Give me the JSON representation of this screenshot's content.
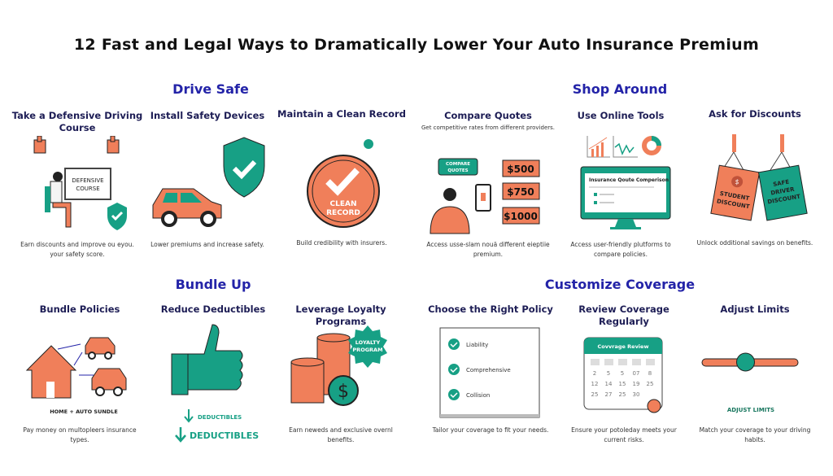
{
  "title": "12 Fast and Legal Ways to Dramatically Lower Your Auto Insurance Premium",
  "colors": {
    "orange": "#f07f5a",
    "teal": "#17a085",
    "navy": "#1d1d55",
    "section": "#2323a8"
  },
  "sections": {
    "drive_safe": "Drive Safe",
    "shop_around": "Shop Around",
    "bundle_up": "Bundle Up",
    "customize": "Customize Coverage"
  },
  "cards": {
    "defensive": {
      "title": "Take a Defensive Driving Course",
      "board": [
        "DEFENSIVE",
        "COURSE"
      ],
      "desc": "Earn discounts and improve ou eyou. your safety score."
    },
    "safety": {
      "title": "Install Safety Devices",
      "desc": "Lower premiums and increase safety."
    },
    "clean": {
      "title": "Maintain a Clean Record",
      "badge": [
        "CLEAN",
        "RECORD"
      ],
      "desc": "Build credibility with insurers."
    },
    "compare": {
      "title": "Compare Quotes",
      "subtitle": "Get competitive rates from different providers.",
      "bubble": [
        "COMPARE",
        "QUOTES"
      ],
      "prices": [
        "$500",
        "$750",
        "$1000"
      ],
      "desc": "Access usse-slam nouä different eieptiie premium."
    },
    "online": {
      "title": "Use Online Tools",
      "screen": "Insurance Qoute Comperison",
      "desc": "Access user-friendly plutforms to compare policies."
    },
    "discounts": {
      "title": "Ask for Discounts",
      "tag1": [
        "STUDENT",
        "DISCOUNT"
      ],
      "tag1_icon": "$",
      "tag2": [
        "SAFE",
        "DRIVER",
        "DISCOUNT"
      ],
      "desc": "Unlock odditional savings on benefits."
    },
    "bundle": {
      "title": "Bundle Policies",
      "label": "HOME + AUTO SUNDLE",
      "desc": "Pay money on multopleers insurance types."
    },
    "deductibles": {
      "title": "Reduce Deductibles",
      "label_small": "DEDUCTIBLES",
      "label_large": "DEDUCTIBLES",
      "desc": ""
    },
    "loyalty": {
      "title": "Leverage Loyalty Programs",
      "badge": [
        "LOYALTY",
        "PROGRAM"
      ],
      "coin": "$",
      "desc": "Earn neweds and exclusive overnl benefits."
    },
    "policy": {
      "title": "Choose the Right Policy",
      "items": [
        "Liability",
        "Comprehensive",
        "Collision"
      ],
      "desc": "Tailor your coverage to fit your needs."
    },
    "review": {
      "title": "Review Coverage Regularly",
      "calendar_title": "Covvrage Review",
      "days": [
        [
          "2",
          "5",
          "5",
          "07",
          "8"
        ],
        [
          "12",
          "14",
          "15",
          "19",
          "25"
        ],
        [
          "25",
          "27",
          "25",
          "30",
          ""
        ]
      ],
      "desc": "Ensure your potoleday meets your current risks."
    },
    "limits": {
      "title": "Adjust Limits",
      "label": "ADJUST LIMITS",
      "slider_value": 0.45,
      "desc": "Match your coverage to your driving habits."
    }
  }
}
